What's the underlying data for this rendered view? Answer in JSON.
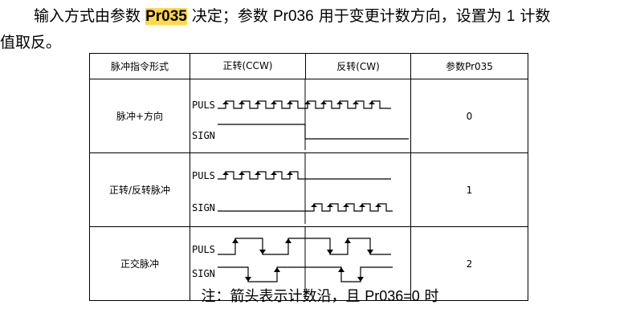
{
  "intro": {
    "line1_pre": "输入方式由参数",
    "line1_param": "Pr035",
    "line1_mid": "决定；参数",
    "line1_param2": "Pr036",
    "line1_post": "用于变更计数方向，设置为",
    "line1_num": "1",
    "line1_end": "计数",
    "line2": "值取反。"
  },
  "table": {
    "headers": [
      "脉冲指令形式",
      "正转(CCW)",
      "反转(CW)",
      "参数Pr035"
    ],
    "rows": [
      {
        "mode": "脉冲+方向",
        "value": "0",
        "sig1": "PULS",
        "sig2": "SIGN"
      },
      {
        "mode": "正转/反转脉冲",
        "value": "1",
        "sig1": "PULS",
        "sig2": "SIGN"
      },
      {
        "mode": "正交脉冲",
        "value": "2",
        "sig1": "PULS",
        "sig2": "SIGN"
      }
    ]
  },
  "note": {
    "pre": "注：箭头表示计数沿，且",
    "code": "Pr036=0",
    "post": "时"
  }
}
